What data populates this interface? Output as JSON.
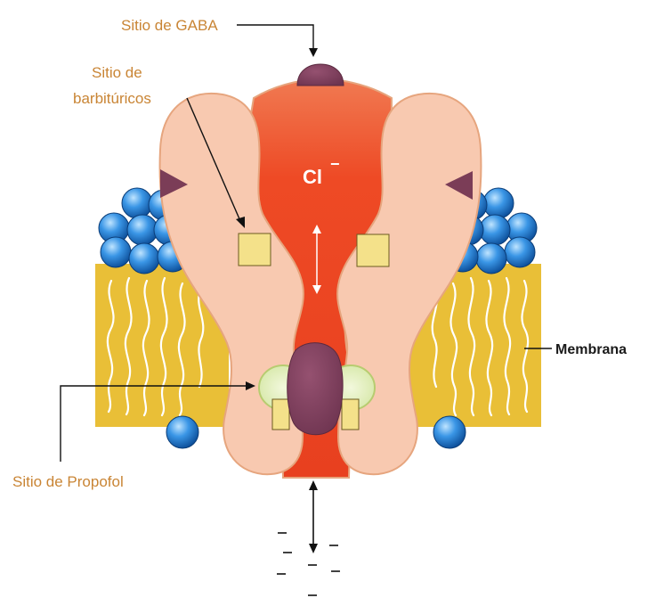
{
  "labels": {
    "gaba_site": "Sitio de GABA",
    "barbiturate_site_line1": "Sitio de",
    "barbiturate_site_line2": "barbitúricos",
    "propofol_site": "Sitio de Propofol",
    "membrane": "Membrana",
    "chloride_ion": "Cl",
    "chloride_charge": "−"
  },
  "colors": {
    "membrane_fill": "#e9bf37",
    "membrane_tails": "#ffffff",
    "lipid_head": "#1f74c8",
    "receptor_subunit": "#f8c9b0",
    "receptor_outline": "#e6a57e",
    "channel_pore": "#ee4320",
    "gaba_and_propofol_binding": "#7b3d57",
    "barbiturate_site_squares": "#f4e18a",
    "propofol_pocket": "#e3efbf",
    "label_text": "#c98535"
  },
  "icons": {
    "gaba_site": "purple-semicircle",
    "benzodiazepine_like_sites": "purple-triangle",
    "barbiturate_sites": "yellow-square",
    "propofol_site": "purple-oval-with-green-pocket",
    "ion_flow": "double-headed-arrow"
  }
}
